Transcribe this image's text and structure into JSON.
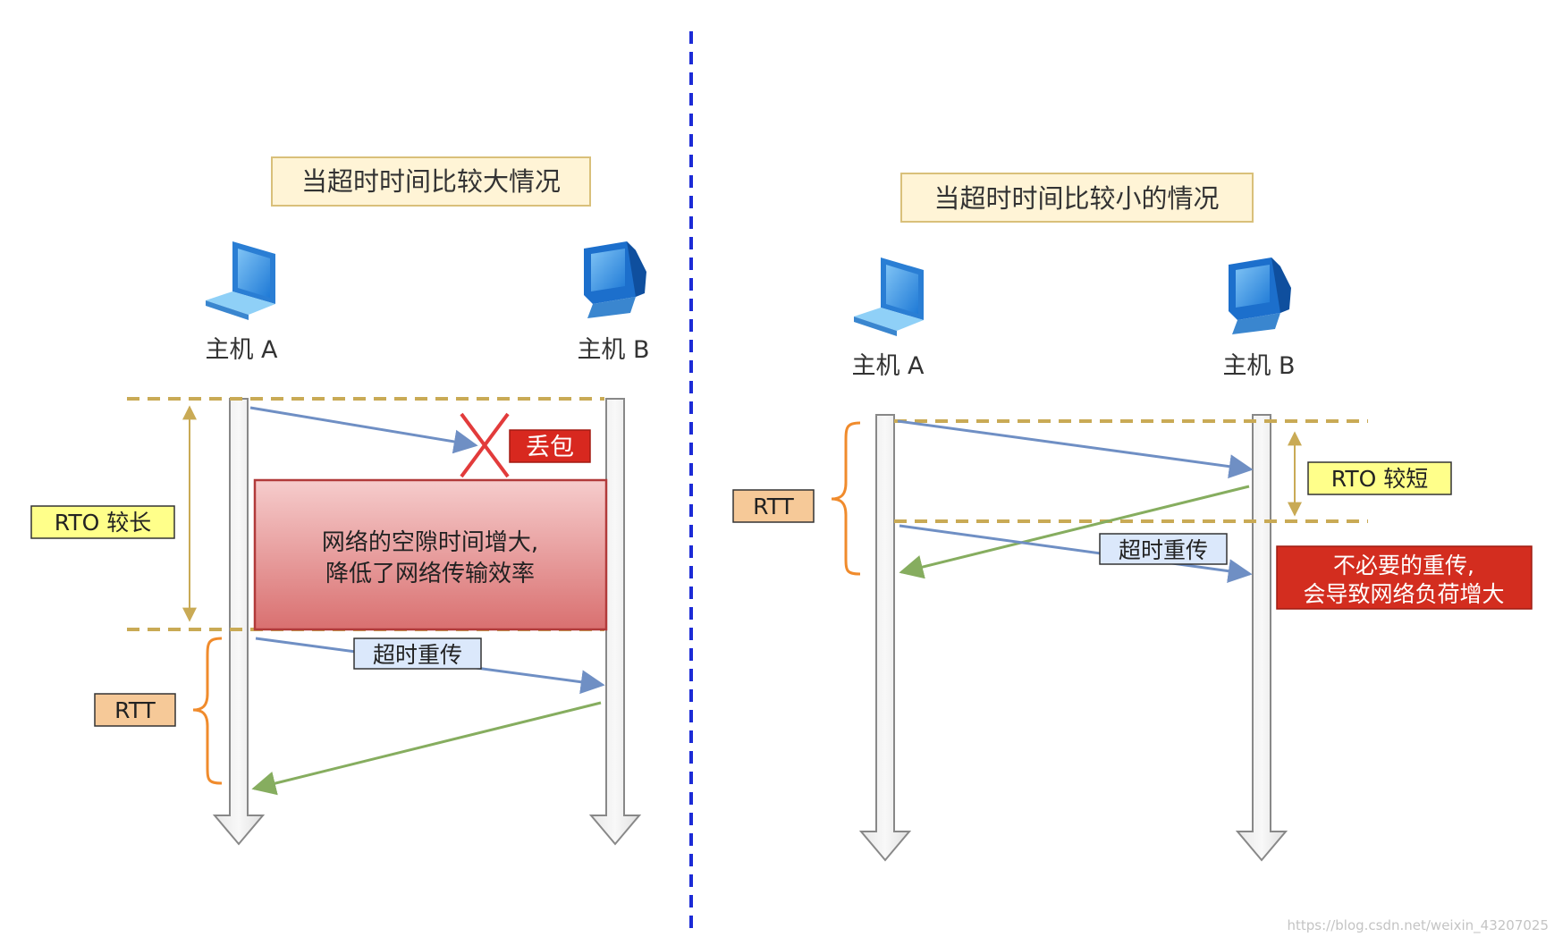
{
  "left": {
    "title": "当超时时间比较大情况",
    "host_a": "主机 A",
    "host_b": "主机 B",
    "rto_label": "RTO 较长",
    "rtt_label": "RTT",
    "lost_label": "丢包",
    "idle_note_line1": "网络的空隙时间增大,",
    "idle_note_line2": "降低了网络传输效率",
    "retransmit_label": "超时重传"
  },
  "right": {
    "title": "当超时时间比较小的情况",
    "host_a": "主机 A",
    "host_b": "主机 B",
    "rto_label": "RTO 较短",
    "rtt_label": "RTT",
    "retransmit_label": "超时重传",
    "warning_line1": "不必要的重传,",
    "warning_line2": "会导致网络负荷增大"
  },
  "watermark": "https://blog.csdn.net/weixin_43207025",
  "colors": {
    "divider": "#1c2bd6",
    "dashed_line": "#c9aa55",
    "send_arrow": "#6f8fc4",
    "ack_arrow": "#86ad5f",
    "rtt_brace": "#f08b2c",
    "rto_label_bg": "#ffff8a",
    "rtt_label_bg": "#f6c998",
    "lost_bg": "#d8281f",
    "retransmit_bg": "#dbe8fb",
    "title_bg": "#fff4d6"
  }
}
